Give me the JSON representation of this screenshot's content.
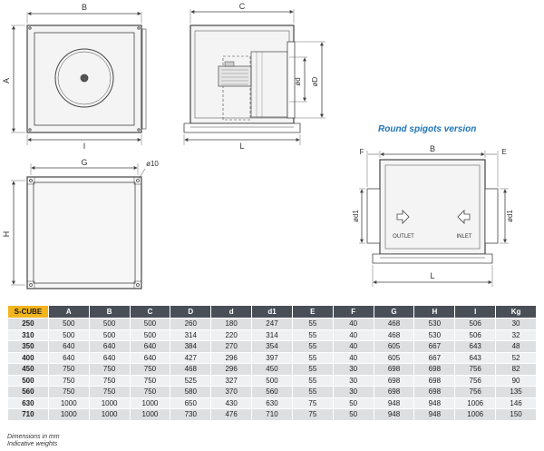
{
  "drawing_labels": {
    "front": {
      "top": "B",
      "left": "A",
      "bottom": "I"
    },
    "side": {
      "top": "C",
      "bottom": "L",
      "d_small": "ød",
      "d_large": "øD"
    },
    "base": {
      "top": "G",
      "left": "H",
      "hole": "ø10"
    },
    "spigot": {
      "title": "Round spigots version",
      "top": "B",
      "left_edge": "F",
      "right_edge": "E",
      "left_dim": "ød1",
      "right_dim": "ød1",
      "bottom": "L",
      "outlet": "OUTLET",
      "inlet": "INLET"
    }
  },
  "table": {
    "headers": [
      "S-CUBE",
      "A",
      "B",
      "C",
      "D",
      "d",
      "d1",
      "E",
      "F",
      "G",
      "H",
      "I",
      "Kg"
    ],
    "rows": [
      [
        "250",
        "500",
        "500",
        "500",
        "260",
        "180",
        "247",
        "55",
        "40",
        "468",
        "530",
        "506",
        "30"
      ],
      [
        "310",
        "500",
        "500",
        "500",
        "314",
        "220",
        "314",
        "55",
        "40",
        "468",
        "530",
        "506",
        "32"
      ],
      [
        "350",
        "640",
        "640",
        "640",
        "384",
        "270",
        "354",
        "55",
        "40",
        "605",
        "667",
        "643",
        "48"
      ],
      [
        "400",
        "640",
        "640",
        "640",
        "427",
        "296",
        "397",
        "55",
        "40",
        "605",
        "667",
        "643",
        "52"
      ],
      [
        "450",
        "750",
        "750",
        "750",
        "468",
        "296",
        "450",
        "55",
        "30",
        "698",
        "698",
        "756",
        "82"
      ],
      [
        "500",
        "750",
        "750",
        "750",
        "525",
        "327",
        "500",
        "55",
        "30",
        "698",
        "698",
        "756",
        "90"
      ],
      [
        "560",
        "750",
        "750",
        "750",
        "580",
        "370",
        "560",
        "55",
        "30",
        "698",
        "698",
        "756",
        "135"
      ],
      [
        "630",
        "1000",
        "1000",
        "1000",
        "650",
        "430",
        "630",
        "75",
        "50",
        "948",
        "948",
        "1006",
        "146"
      ],
      [
        "710",
        "1000",
        "1000",
        "1000",
        "730",
        "476",
        "710",
        "75",
        "50",
        "948",
        "948",
        "1006",
        "150"
      ]
    ]
  },
  "notes": {
    "line1": "Dimensions in mm",
    "line2": "Indicative weights"
  },
  "colors": {
    "header_bg": "#4a4f57",
    "header_first_bg": "#f2b51c",
    "row_odd": "#dedfe1",
    "row_even": "#eff0f1",
    "title_blue": "#1f75b8"
  }
}
